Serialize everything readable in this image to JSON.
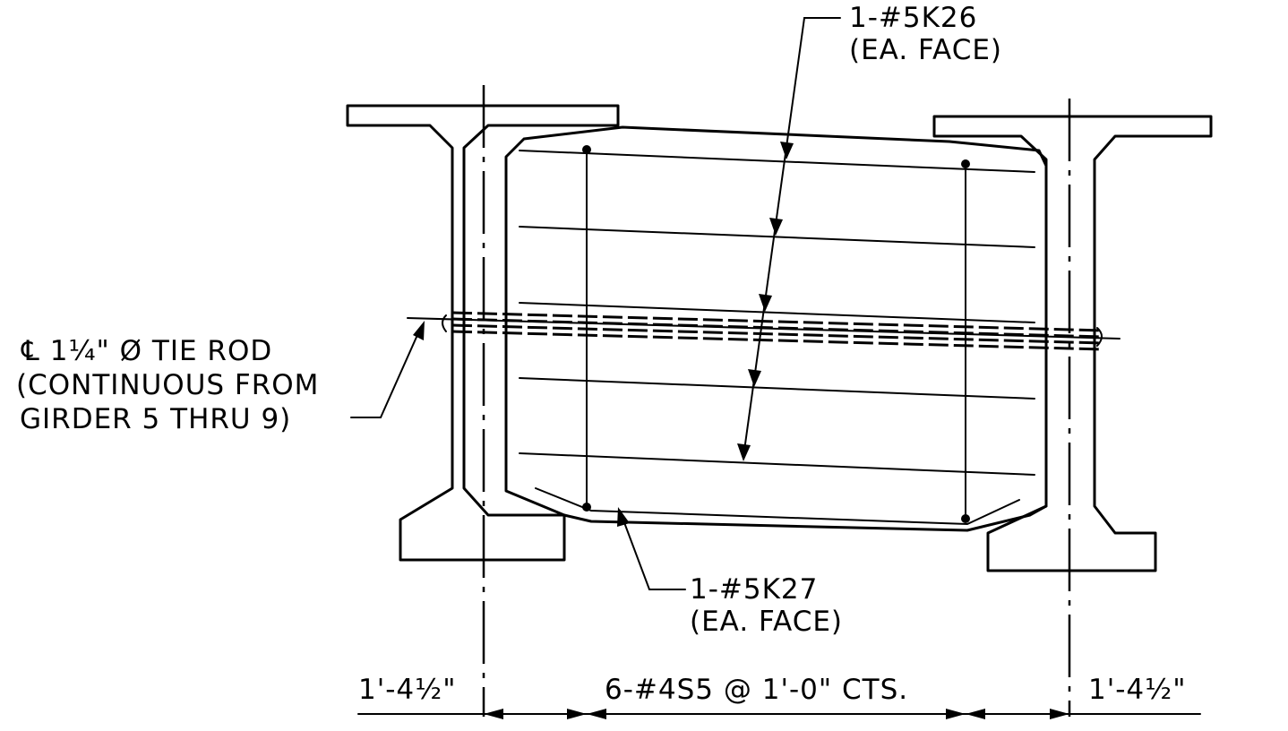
{
  "labels": {
    "top_bar": "1-#5K26",
    "top_bar_note": "(EA. FACE)",
    "bottom_bar": "1-#5K27",
    "bottom_bar_note": "(EA. FACE)",
    "tie_rod_line1": "℄ 1¼\" Ø TIE ROD",
    "tie_rod_line2": "(CONTINUOUS FROM",
    "tie_rod_line3": "GIRDER 5 THRU 9)"
  },
  "dimensions": {
    "left": "1'-4½\"",
    "middle": "6-#4S5 @ 1'-0\" CTS.",
    "right": "1'-4½\""
  }
}
